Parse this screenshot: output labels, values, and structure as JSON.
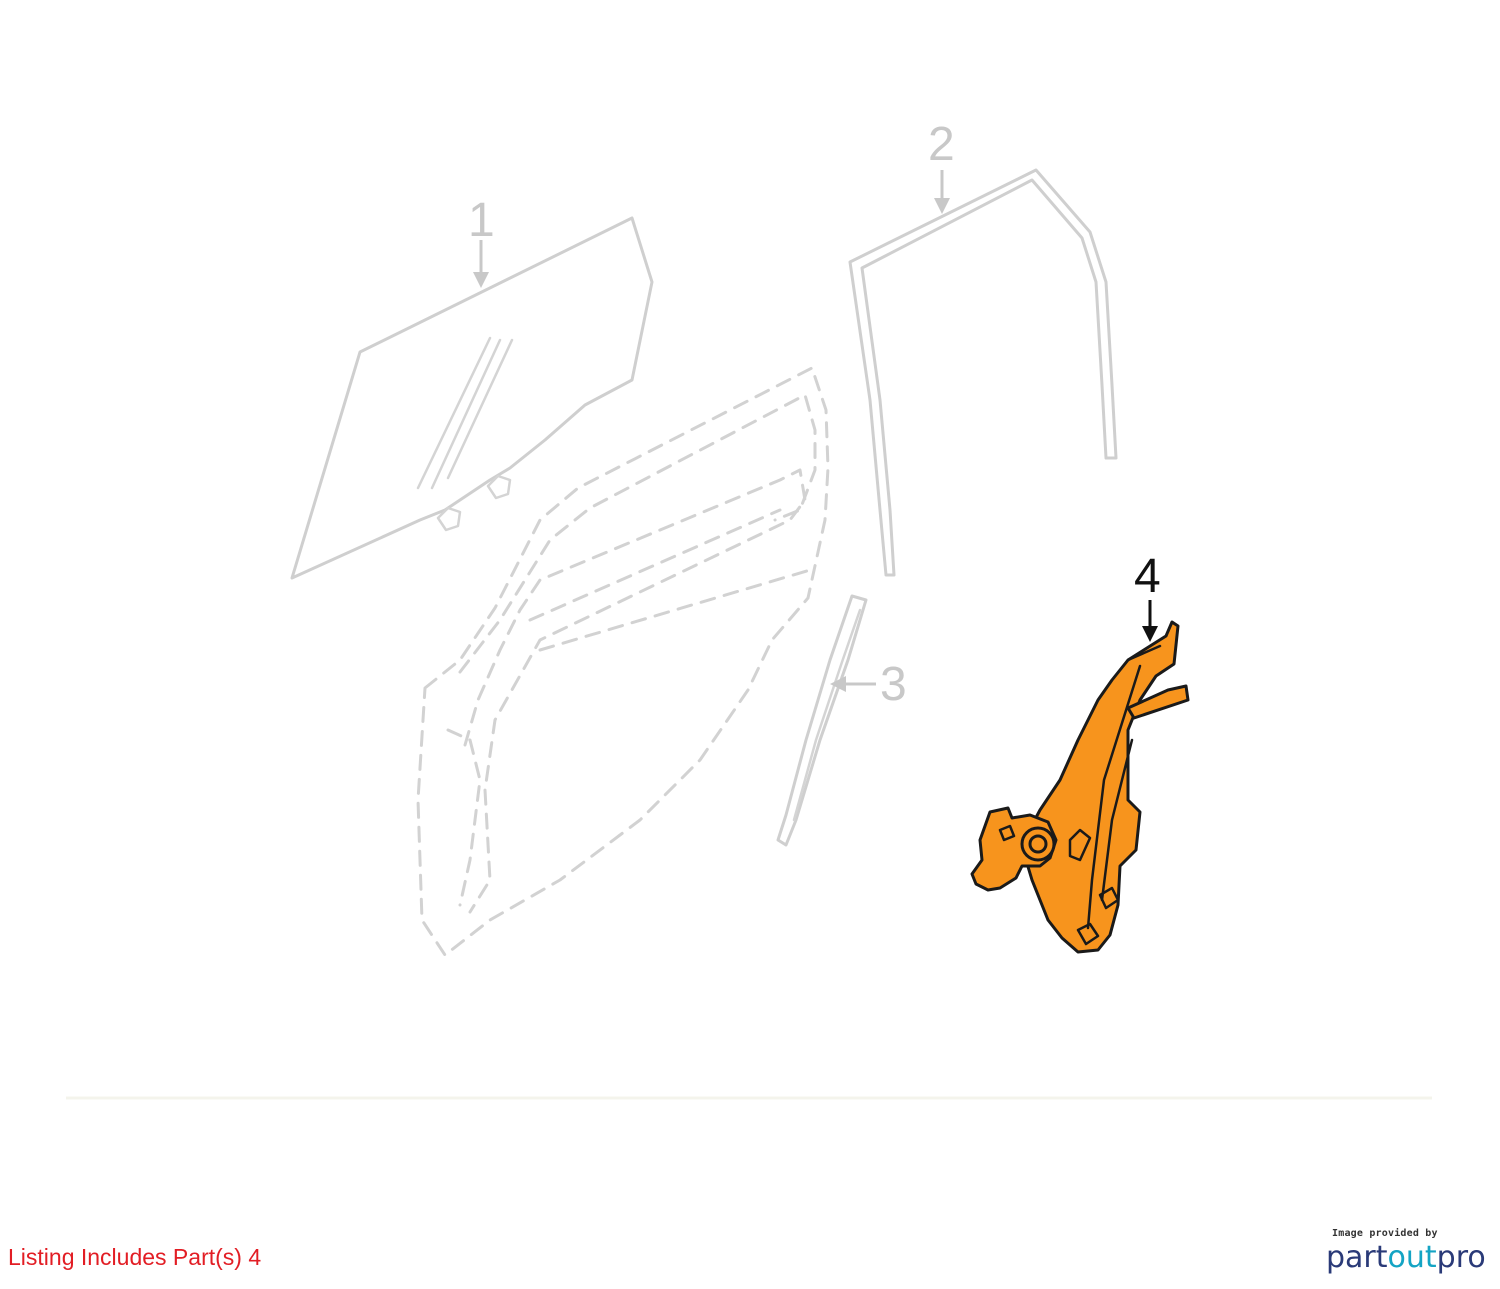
{
  "diagram": {
    "callouts": [
      {
        "id": "1",
        "label": "1"
      },
      {
        "id": "2",
        "label": "2"
      },
      {
        "id": "3",
        "label": "3"
      },
      {
        "id": "4",
        "label": "4"
      }
    ],
    "highlighted_part": "4",
    "colors": {
      "highlight_fill": "#f7941d",
      "ghost_stroke": "#cfcfcf",
      "note_text": "#e21d24",
      "brand_primary": "#2a3a78",
      "brand_accent": "#14a4c4"
    }
  },
  "listing_note": "Listing Includes Part(s) 4",
  "brand": {
    "caption": "Image provided by",
    "name_part1": "part",
    "name_part2": "out",
    "name_part3": "pro"
  }
}
